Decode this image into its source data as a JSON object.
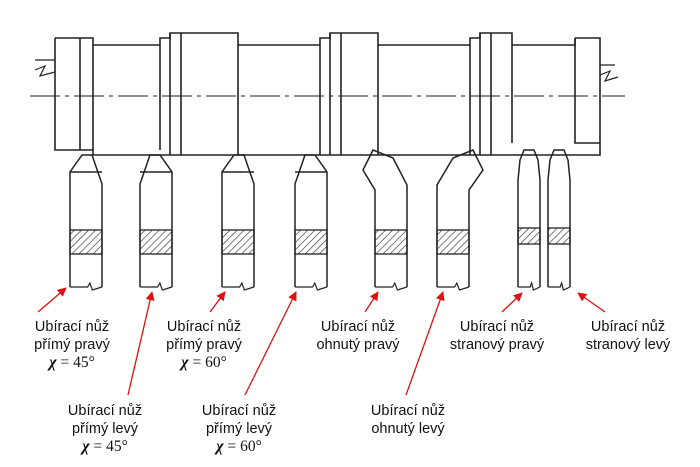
{
  "tools": [
    {
      "name_line1": "Ubírací nůž",
      "name_line2": "přímý pravý",
      "chi_symbol": "χ",
      "angle": "= 45°"
    },
    {
      "name_line1": "Ubírací nůž",
      "name_line2": "přímý levý",
      "chi_symbol": "χ",
      "angle": "= 45°"
    },
    {
      "name_line1": "Ubírací nůž",
      "name_line2": "přímý pravý",
      "chi_symbol": "χ",
      "angle": "= 60°"
    },
    {
      "name_line1": "Ubírací nůž",
      "name_line2": "přímý levý",
      "chi_symbol": "χ",
      "angle": "= 60°"
    },
    {
      "name_line1": "Ubírací nůž",
      "name_line2": "ohnutý pravý"
    },
    {
      "name_line1": "Ubírací nůž",
      "name_line2": "ohnutý levý"
    },
    {
      "name_line1": "Ubírací nůž",
      "name_line2": "stranový pravý"
    },
    {
      "name_line1": "Ubírací nůž",
      "name_line2": "stranový levý"
    }
  ],
  "colors": {
    "outline": "#222222",
    "leader_arrow": "#e01010",
    "hatch": "#333333"
  }
}
